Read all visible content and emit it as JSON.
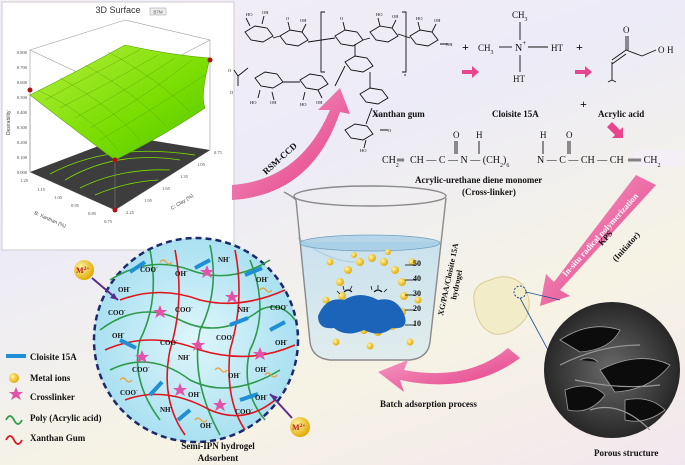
{
  "surface_plot": {
    "title": "3D Surface",
    "badge": "B7M",
    "z_axis_label": "Desirability",
    "z_ticks": [
      "0.800",
      "0.700",
      "0.600",
      "0.500",
      "0.400",
      "0.300",
      "0.200",
      "0.100",
      "0.000"
    ],
    "x_axis_label": "B: Xanthan (%)",
    "x_ticks": [
      "1.25",
      "1.15",
      "1.05",
      "0.95",
      "0.85",
      "0.75"
    ],
    "y_axis_label": "C: Clay (%)",
    "y_ticks": [
      "0.75",
      "1.05",
      "1.35",
      "1.65",
      "1.95",
      "2.25"
    ]
  },
  "reactants": {
    "xanthan_label": "Xanthan gum",
    "ch3_top": "CH",
    "ch3_top_sub": "3",
    "n_plus": "N",
    "plus_sup": "+",
    "ch3_left": "CH",
    "ch3_left_sub": "3",
    "ht_right": "HT",
    "ht_bottom": "HT",
    "cloisite_label": "Cloisite 15A",
    "acrylic_label": "Acrylic acid",
    "plus_sign": "+",
    "acid_o_top": "O",
    "acid_oh": "O",
    "acid_h": "H"
  },
  "crosslinker": {
    "left": "CH",
    "left_sub": "2",
    "chain": "CH — C — N — (CH",
    "chain_sub": "2",
    "chain_tail": ")",
    "n_sub": "6",
    "right": "N — C — CH — CH",
    "right_sub": "2",
    "o_left": "O",
    "h_left": "H",
    "h_right": "H",
    "o_right": "O",
    "name": "Acrylic-urethane diene monomer",
    "role": "(Cross-linker)"
  },
  "arrows": {
    "rsm": "RSM-CCD",
    "polymerization": "In-situ radical polymerization",
    "kps": "KPS",
    "initiator": "(Initiator)",
    "hydrogel_name": "XG/PAA/Cloisite 15A",
    "hydrogel_word": "hydrogel",
    "batch": "Batch adsorption process",
    "porous": "Porous structure"
  },
  "beaker": {
    "marks": [
      "50",
      "40",
      "30",
      "20",
      "10"
    ]
  },
  "network": {
    "caption_line1": "Semi-IPN hydrogel",
    "caption_line2": "Adsorbent",
    "metal_top": "M",
    "metal_top_sup": "2+",
    "metal_bottom": "M",
    "metal_bottom_sup": "2+",
    "oh_label": "OH",
    "coo_label": "COO",
    "nh_label": "NH",
    "minus": "-"
  },
  "legend": {
    "items": [
      {
        "label": "Cloisite 15A"
      },
      {
        "label": "Metal ions"
      },
      {
        "label": "Crosslinker"
      },
      {
        "label": "Poly (Acrylic acid)"
      },
      {
        "label": "Xanthan Gum"
      }
    ]
  },
  "colors": {
    "arrow_pink": "#e8458f",
    "clay_blue": "#1e8fd6",
    "metal_yellow": "#f2c21a",
    "crosslinker_pink": "#e252a8",
    "paa_green": "#2d9a4b",
    "xanthan_red": "#e0141c",
    "network_fill": "#aee4f2",
    "surface_green": "#7fe000"
  }
}
